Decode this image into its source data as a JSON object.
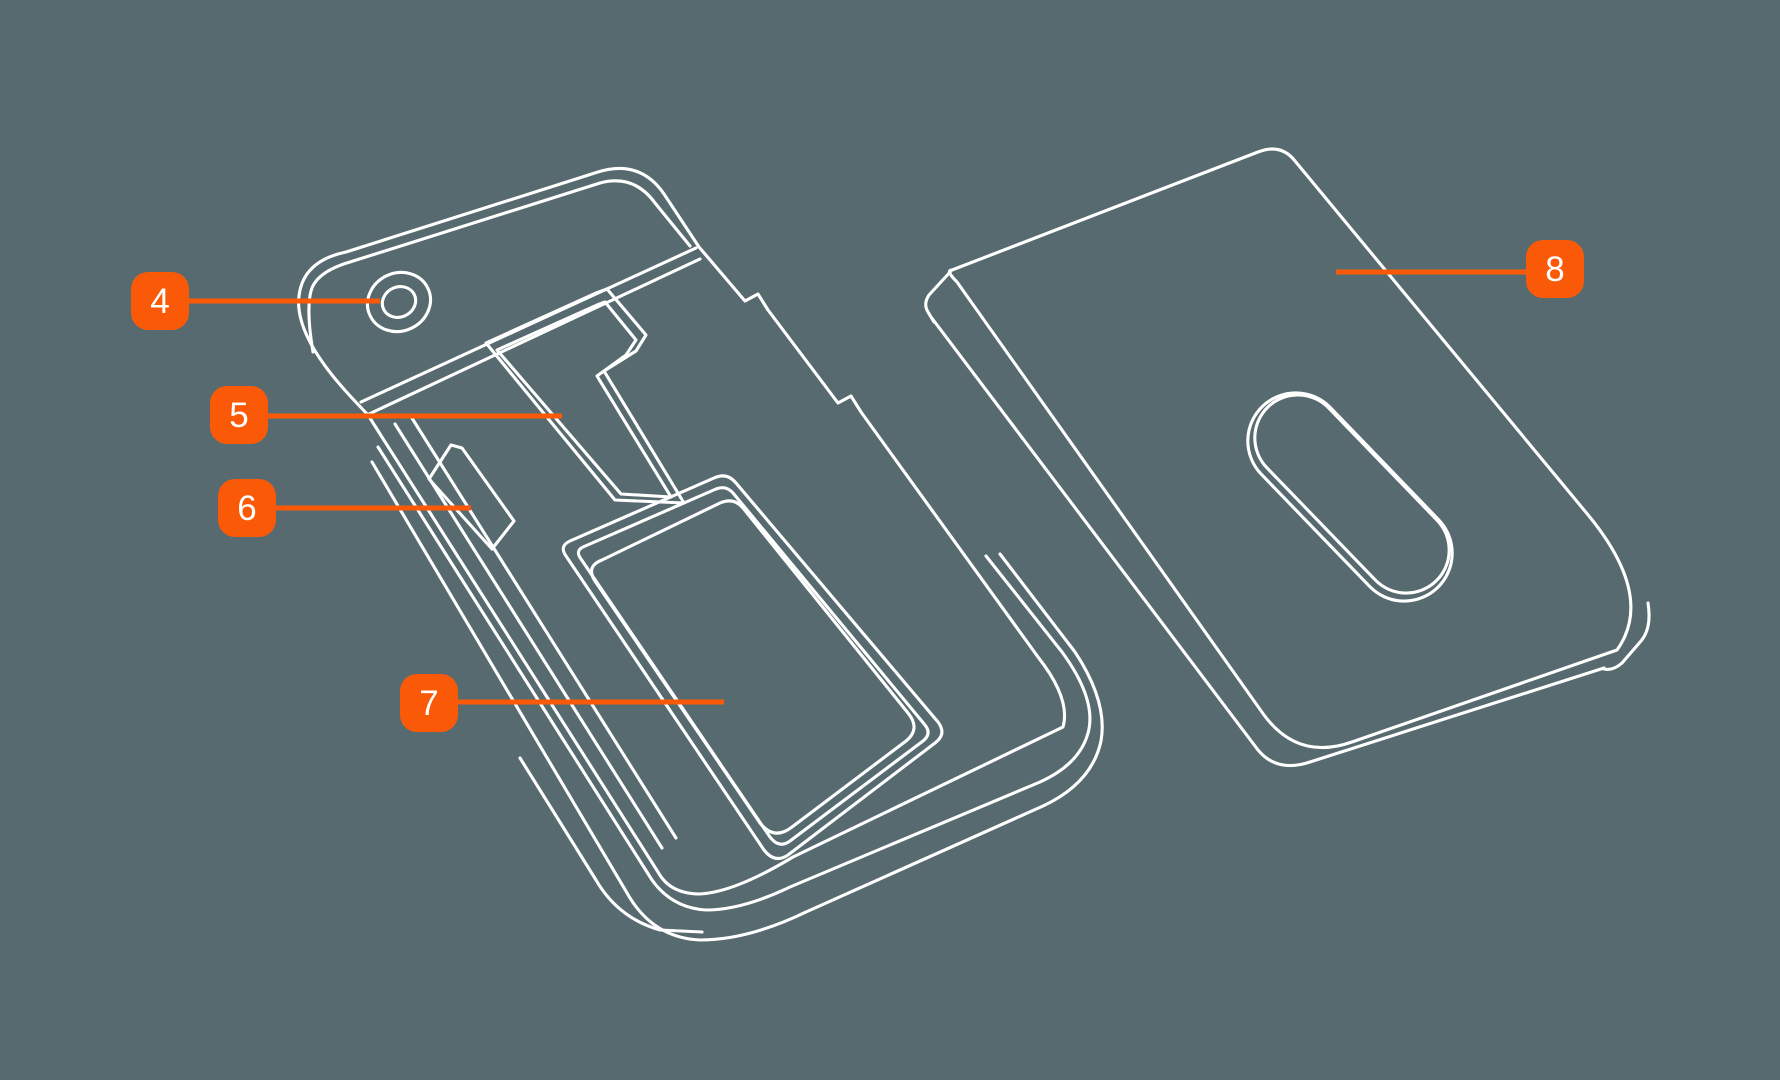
{
  "theme": {
    "bg": "#566A6F",
    "line": "#FFFFFF",
    "accent": "#FA5A08",
    "badge-text": "#FFFFFF"
  },
  "figure": {
    "kind": "exploded-parts-line-diagram",
    "subject": "handheld device rear with back cover removed",
    "parts": [
      "camera-opening",
      "card-slot-recess",
      "side-latch-tab",
      "battery-compartment",
      "back-cover",
      "cover-sensor-cutout"
    ]
  },
  "callouts": [
    {
      "label": "4",
      "target": "camera-opening"
    },
    {
      "label": "5",
      "target": "card-slot-recess"
    },
    {
      "label": "6",
      "target": "side-latch-tab"
    },
    {
      "label": "7",
      "target": "battery-compartment"
    },
    {
      "label": "8",
      "target": "back-cover"
    }
  ]
}
